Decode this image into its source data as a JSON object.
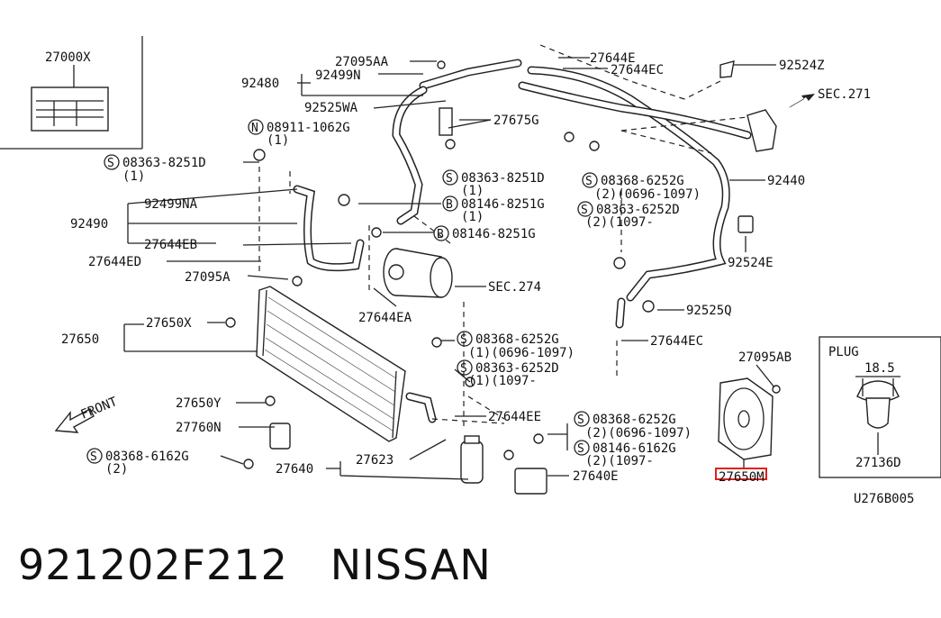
{
  "caption": {
    "part_number": "921202F212",
    "brand": "NISSAN"
  },
  "diagram_code": "U276B005",
  "inset": {
    "title": "27000X"
  },
  "plug": {
    "title": "PLUG",
    "dimension": "18.5",
    "part": "27136D"
  },
  "front_label": "FRONT",
  "labels": {
    "l27095AA": "27095AA",
    "l92499N": "92499N",
    "l92480": "92480",
    "l92525WA": "92525WA",
    "l08911": "08911-1062G",
    "l08911q": "(1)",
    "l08363a": "08363-8251D",
    "l08363aq": "(1)",
    "l92499NA": "92499NA",
    "l92490": "92490",
    "l27644EB": "27644EB",
    "l27644ED": "27644ED",
    "l27095A": "27095A",
    "l27644E": "27644E",
    "l27644EC": "27644EC",
    "l92524Z": "92524Z",
    "lSEC271": "SEC.271",
    "l27675G": "27675G",
    "l08363b": "08363-8251D",
    "l08363bq": "(1)",
    "l08146a": "08146-8251G",
    "l08146aq": "(1)",
    "l08146b": "08146-8251G",
    "l08368a": "08368-6252G",
    "l08368aq": "(2)(0696-1097)",
    "l08363c": "08363-6252D",
    "l08363cq": "(2)(1097-",
    "l92440": "92440",
    "l92524E": "92524E",
    "lSEC274": "SEC.274",
    "l27644EA": "27644EA",
    "l92525Q": "92525Q",
    "l27650": "27650",
    "l27650X": "27650X",
    "l08368b": "08368-6252G",
    "l08368bq": "(1)(0696-1097)",
    "l08363d": "08363-6252D",
    "l08363dq": "(1)(1097-",
    "l27644EC2": "27644EC",
    "l27095AB": "27095AB",
    "l27650Y": "27650Y",
    "l27760N": "27760N",
    "l08368c": "08368-6162G",
    "l08368cq": "(2)",
    "l27640": "27640",
    "l27623": "27623",
    "l27644EE": "27644EE",
    "l08368d": "08368-6252G",
    "l08368dq": "(2)(0696-1097)",
    "l08146c": "08146-6162G",
    "l08146cq": "(2)(1097-",
    "l27640E": "27640E",
    "l27650M": "27650M"
  },
  "highlight_color": "#e0201c"
}
